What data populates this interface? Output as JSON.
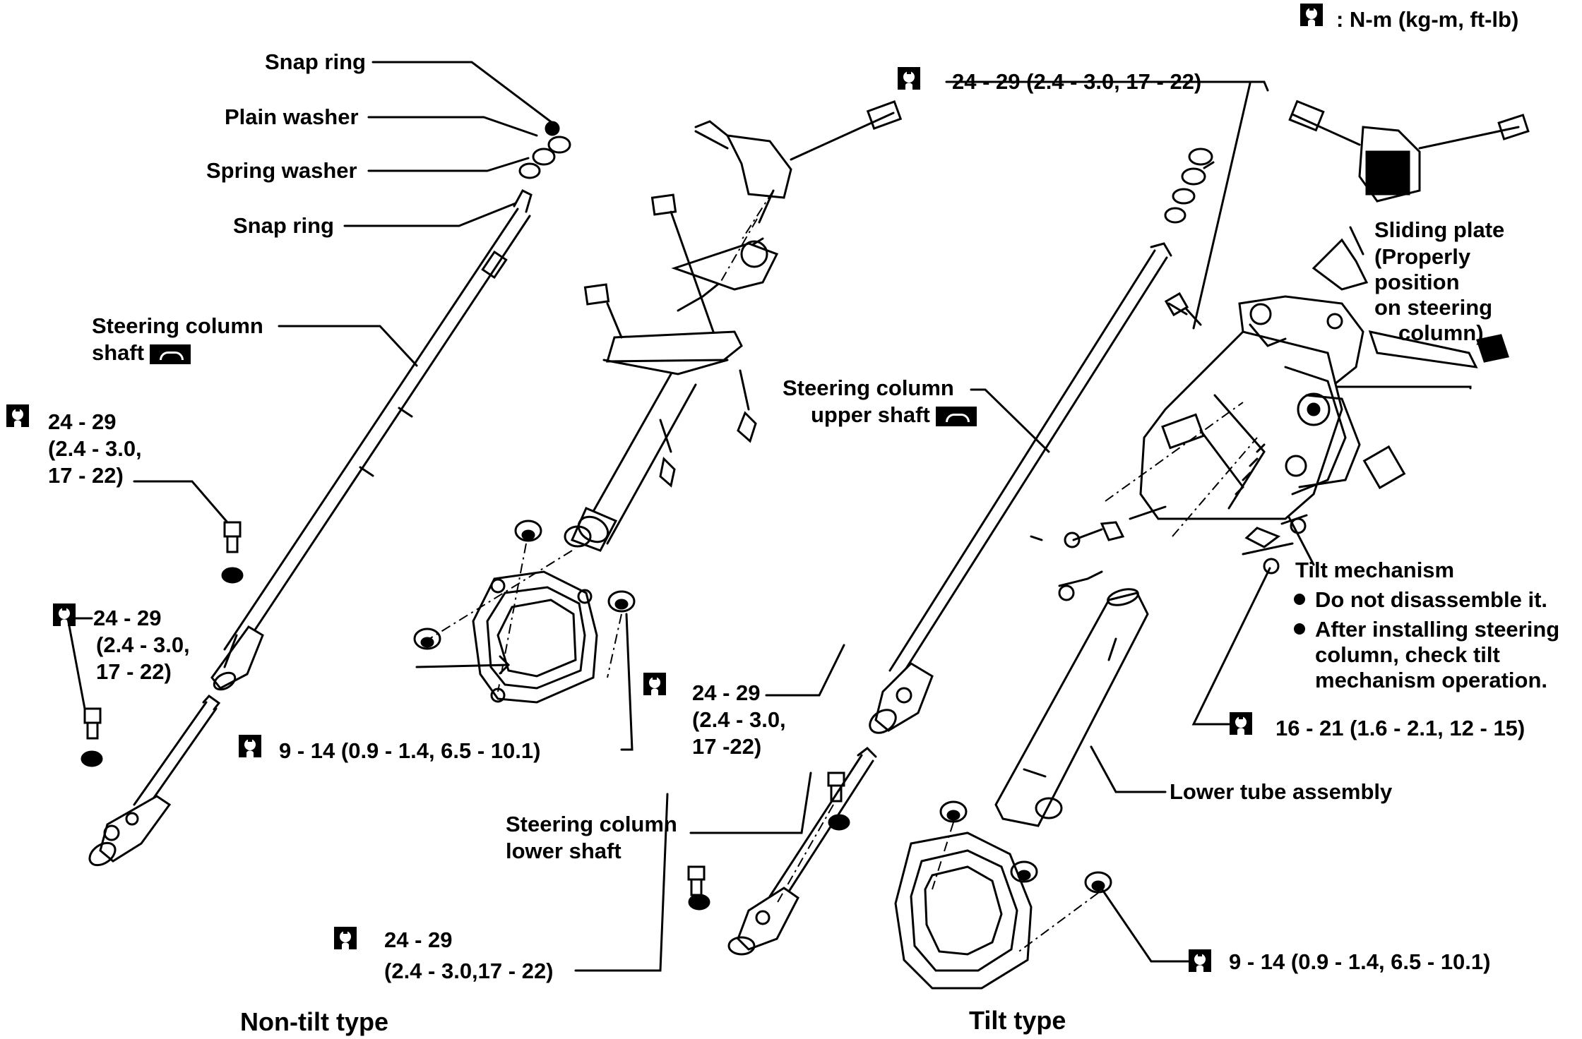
{
  "legend": {
    "text": ": N-m (kg-m, ft-lb)"
  },
  "left_labels": {
    "snap_ring_top": "Snap ring",
    "plain_washer": "Plain washer",
    "spring_washer": "Spring washer",
    "snap_ring_bottom": "Snap ring",
    "shaft_line1": "Steering column",
    "shaft_line2": "shaft"
  },
  "torques": {
    "a_l1": "24 - 29",
    "a_l2": "(2.4 - 3.0,",
    "a_l3": "17 - 22)",
    "b_l1": "24 - 29",
    "b_l2": "(2.4 - 3.0,",
    "b_l3": "17 - 22)",
    "c": "9 - 14 (0.9 - 1.4, 6.5 - 10.1)",
    "d_l1": "24 - 29",
    "d_l2": "(2.4 - 3.0,",
    "d_l3": "17 -22)",
    "e_l1": "24 - 29",
    "e_l2": "(2.4 - 3.0,17 - 22)",
    "top": "24 - 29 (2.4 - 3.0, 17 - 22)",
    "right16": "16 - 21 (1.6 - 2.1, 12 - 15)",
    "right9": "9 - 14 (0.9 - 1.4, 6.5 - 10.1)"
  },
  "right_labels": {
    "upper_shaft_line1": "Steering column",
    "upper_shaft_line2": "upper shaft",
    "lower_shaft_line1": "Steering column",
    "lower_shaft_line2": "lower shaft",
    "sliding_l1": "Sliding plate",
    "sliding_l2": "(Properly",
    "sliding_l3": "position",
    "sliding_l4": "on steering",
    "sliding_l5": "column)",
    "tilt_mech": "Tilt mechanism",
    "note1": "Do not disassemble it.",
    "note2_l1": "After installing steering",
    "note2_l2": "column, check tilt",
    "note2_l3": "mechanism operation.",
    "lower_tube": "Lower tube assembly"
  },
  "captions": {
    "non_tilt": "Non-tilt type",
    "tilt": "Tilt type"
  },
  "icons": [
    "torque-wrench-icon",
    "special-tool-icon",
    "bullet-icon"
  ]
}
